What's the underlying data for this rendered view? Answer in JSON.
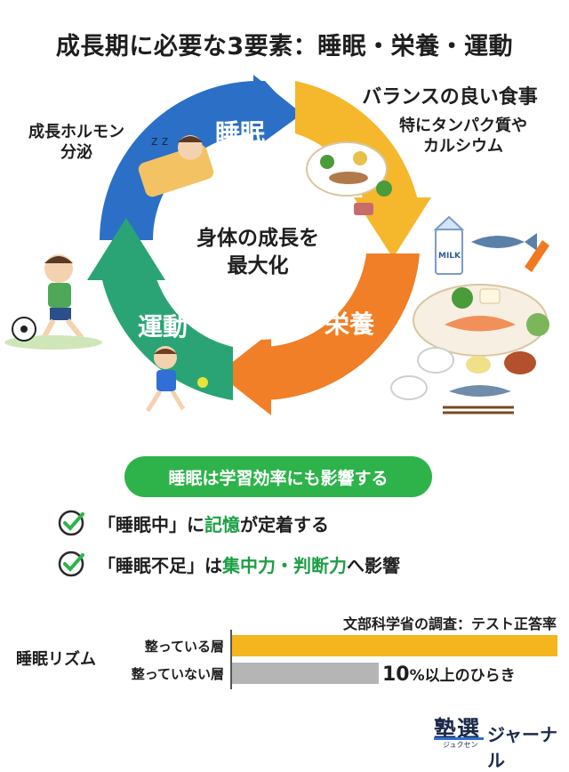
{
  "title": "成長期に必要な3要素：睡眠・栄養・運動",
  "cycle": {
    "center_line1": "身体の成長を",
    "center_line2": "最大化",
    "sleep_label": "睡眠",
    "nutrition_label": "栄養",
    "exercise_label": "運動",
    "colors": {
      "sleep": "#2b70c6",
      "diet": "#f5b72c",
      "nutrition": "#f07f27",
      "exercise": "#2aa475"
    }
  },
  "hormone": {
    "line1": "成長ホルモン",
    "line2": "分泌"
  },
  "diet": {
    "title": "バランスの良い食事",
    "line1": "特にタンパク質や",
    "line2": "カルシウム",
    "milk_label": "MILK"
  },
  "highlight": "睡眠は学習効率にも影響する",
  "checks": [
    {
      "pre": "「睡眠中」に",
      "em": "記憶",
      "post": "が定着する"
    },
    {
      "pre": "「睡眠不足」は",
      "em": "集中力・判断力",
      "post": "へ影響"
    }
  ],
  "survey": {
    "source": "文部科学省の調査：テスト正答率",
    "group_label": "睡眠リズム",
    "bars": [
      {
        "label": "整っている層",
        "value": 1.0,
        "color": "#f5b51c"
      },
      {
        "label": "整っていない層",
        "value": 0.45,
        "color": "#b5b5b5"
      }
    ],
    "note_num": "10",
    "note_text": "%以上のひらき"
  },
  "logo": {
    "kanji": "塾選",
    "reading": "ジュクセン",
    "text": "ジャーナル"
  }
}
